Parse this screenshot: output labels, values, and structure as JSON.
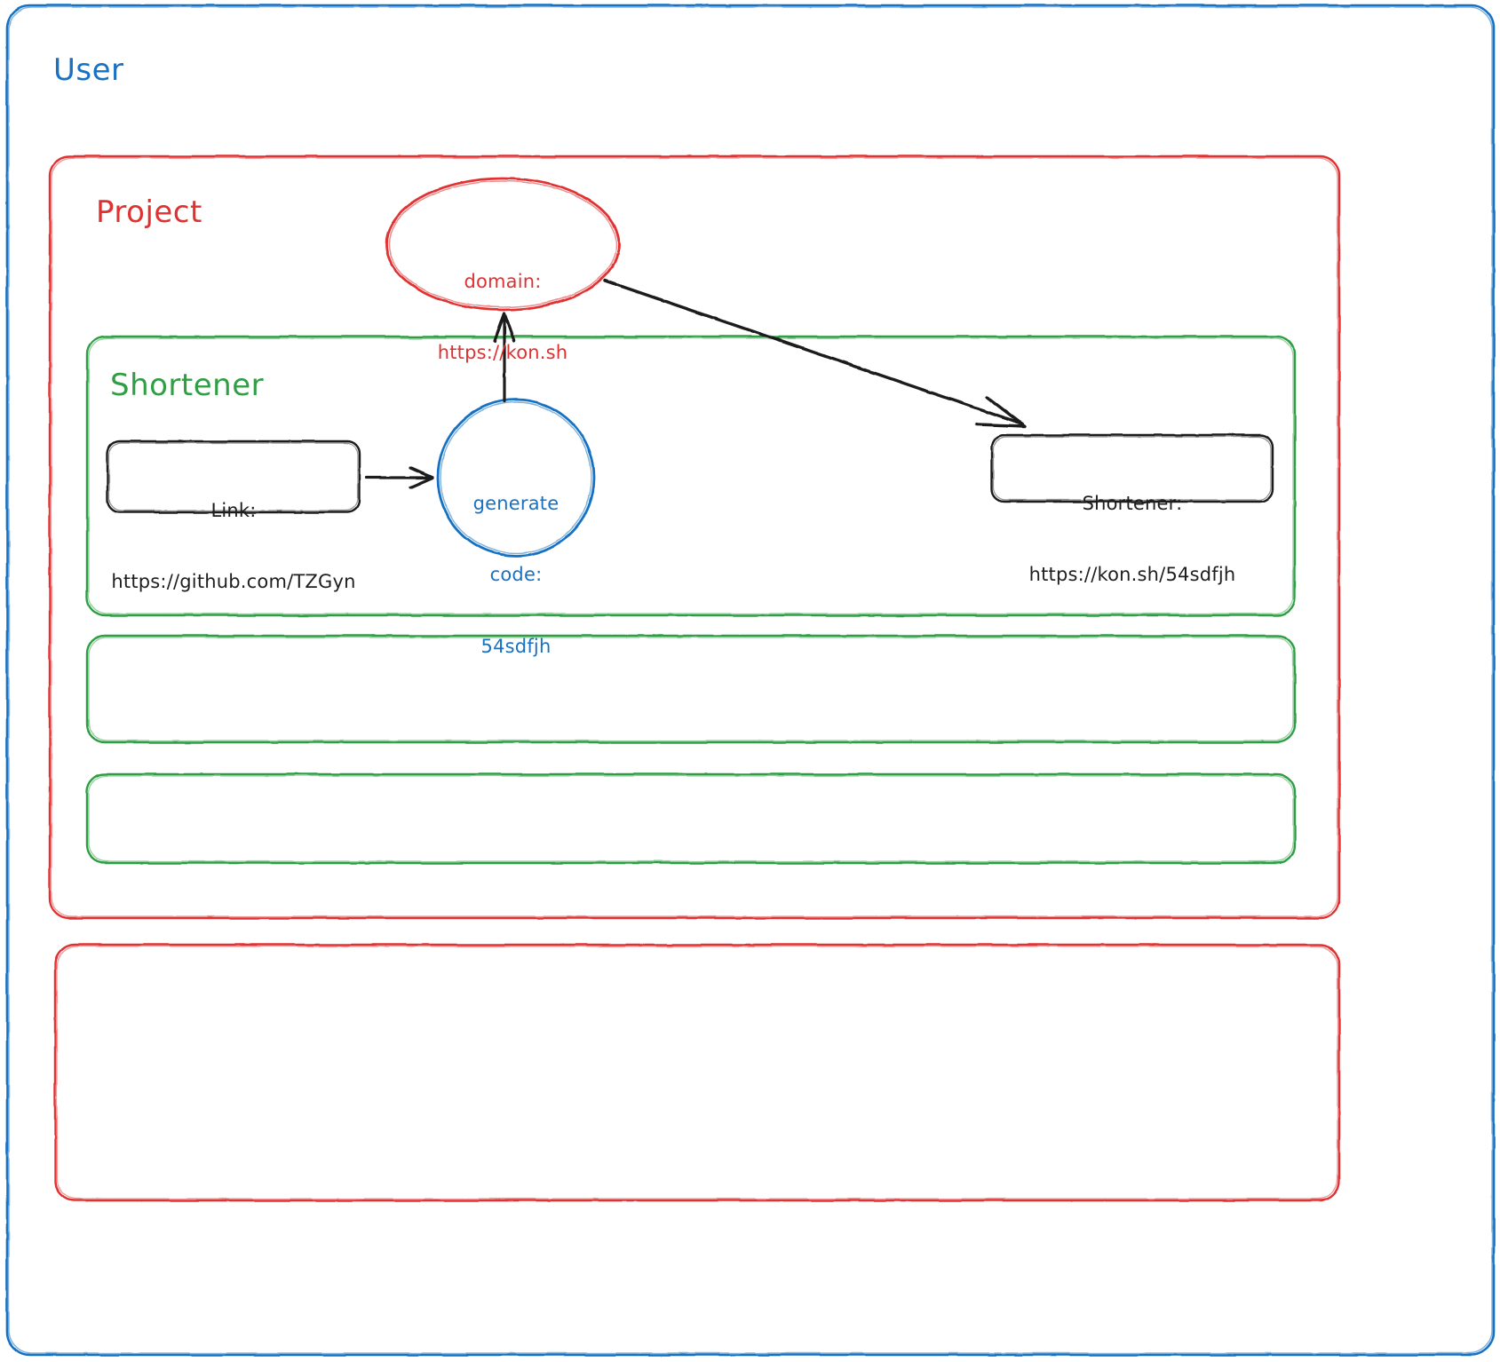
{
  "diagram": {
    "type": "architecture-flow",
    "style": "hand-drawn",
    "background": "#ffffff",
    "colors": {
      "user_border": "#1971c2",
      "project_border": "#e03131",
      "shortener_border": "#2f9e44",
      "node_stroke": "#1e1e1e",
      "circle_stroke": "#1971c2",
      "ellipse_stroke": "#e03131",
      "arrow_stroke": "#1e1e1e"
    }
  },
  "containers": {
    "user": {
      "label": "User",
      "color": "#1971c2"
    },
    "project": {
      "label": "Project",
      "color": "#e03131"
    },
    "shortener": {
      "label": "Shortener",
      "color": "#2f9e44"
    },
    "empty_green_1": {
      "label": "",
      "color": "#2f9e44"
    },
    "empty_green_2": {
      "label": "",
      "color": "#2f9e44"
    },
    "empty_red_1": {
      "label": "",
      "color": "#e03131"
    }
  },
  "nodes": {
    "domain_ellipse": {
      "line1": "domain:",
      "line2": "https://kon.sh",
      "color": "#e03131",
      "shape": "ellipse"
    },
    "link_box": {
      "line1": "Link:",
      "line2": "https://github.com/TZGyn",
      "color": "#1e1e1e",
      "shape": "rounded-rectangle"
    },
    "generate_circle": {
      "line1": "generate",
      "line2": "code:",
      "line3": "54sdfjh",
      "color": "#1971c2",
      "shape": "circle"
    },
    "shortener_result_box": {
      "line1": "Shortener:",
      "line2": "https://kon.sh/54sdfjh",
      "color": "#1e1e1e",
      "shape": "rounded-rectangle"
    }
  },
  "arrows": [
    {
      "name": "link-to-generate",
      "from": "link_box",
      "to": "generate_circle",
      "direction": "right"
    },
    {
      "name": "generate-to-domain",
      "from": "generate_circle",
      "to": "domain_ellipse",
      "direction": "up"
    },
    {
      "name": "domain-to-shortener-result",
      "from": "domain_ellipse",
      "to": "shortener_result_box",
      "direction": "down-right"
    }
  ]
}
